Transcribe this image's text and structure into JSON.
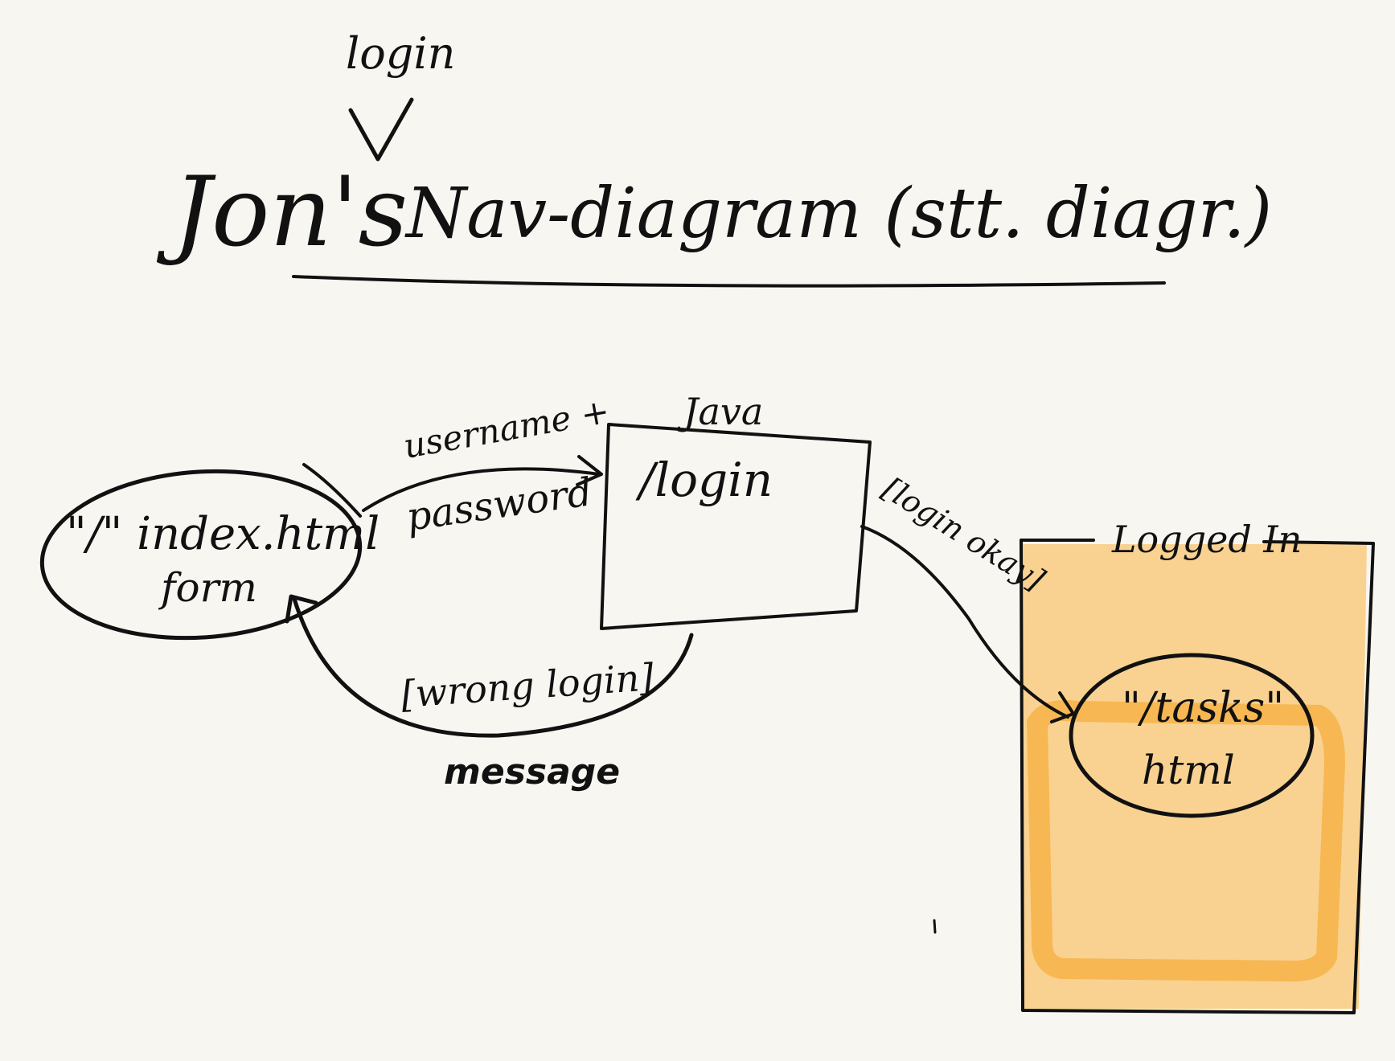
{
  "title": {
    "main": "Jon's",
    "inserted_word": "login",
    "rest": "Nav-diagram (stt. diagr.)"
  },
  "nodes": {
    "index_form": {
      "line1": "\"/\" index.html",
      "line2": "form"
    },
    "login_box": {
      "label": "/login",
      "caption": "Java"
    },
    "logged_in_region": {
      "label": "Logged In",
      "fill_color": "#f9c877",
      "border_color": "#111111"
    },
    "tasks": {
      "line1": "\"/tasks\"",
      "line2": "html"
    }
  },
  "edges": {
    "submit": {
      "label_top": "username +",
      "label_bottom": "password"
    },
    "wrong_login": {
      "guard": "[wrong login]",
      "note": "message"
    },
    "login_okay": {
      "guard": "[login okay]"
    }
  }
}
